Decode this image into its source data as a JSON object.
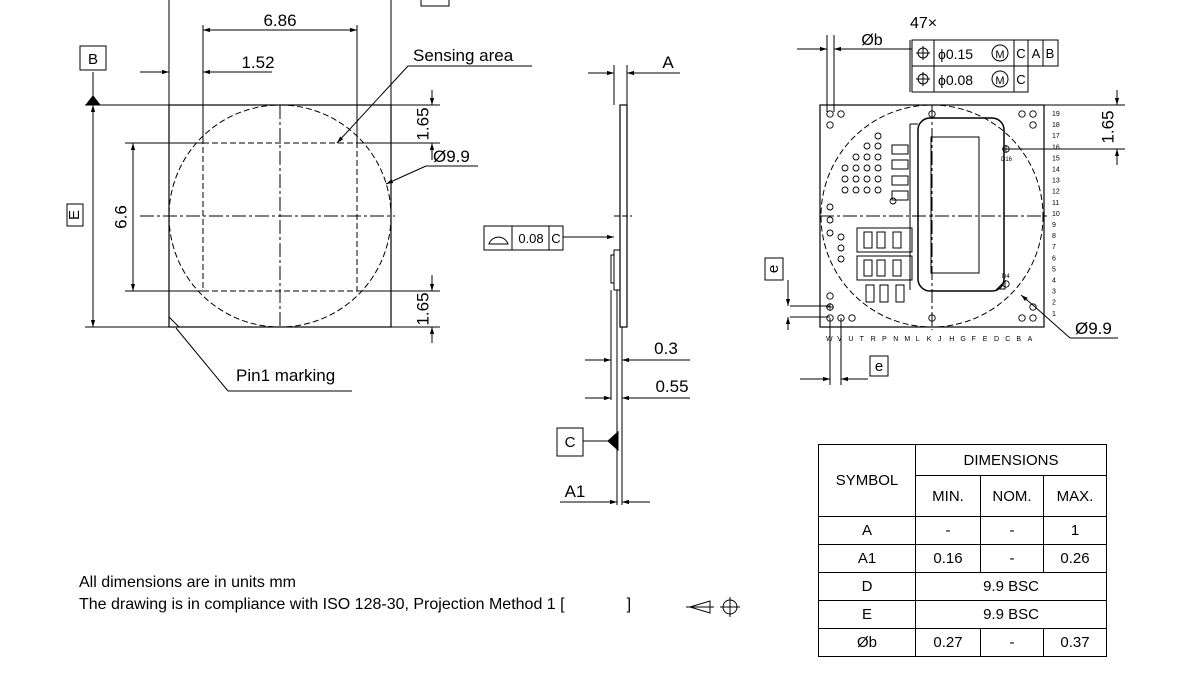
{
  "top_view": {
    "dim_width": "6.86",
    "dim_offset": "1.52",
    "dim_height": "6.6",
    "dim_top_margin": "1.65",
    "dim_bottom_margin": "1.65",
    "datum_left": "B",
    "datum_e": "E",
    "circle_dia": "Ø9.9",
    "label_sensing": "Sensing area",
    "label_pin1": "Pin1 marking"
  },
  "side_view": {
    "datum_a": "A",
    "flatness_value": "0.08",
    "flatness_datum": "C",
    "dim_03": "0.3",
    "dim_055": "0.55",
    "datum_c": "C",
    "dim_a1": "A1"
  },
  "bottom_view": {
    "count": "47×",
    "dia_b": "Øb",
    "fcf1_value": "ϕ0.15",
    "fcf1_datums": [
      "C",
      "A",
      "B"
    ],
    "fcf2_value": "ϕ0.08",
    "fcf2_datums": [
      "C"
    ],
    "modifier": "M",
    "dim_165": "1.65",
    "dim_e": "e",
    "circle_dia": "Ø9.9",
    "ball_d16": "D16",
    "ball_d4": "D4",
    "row_numbers": [
      "19",
      "18",
      "17",
      "16",
      "15",
      "14",
      "13",
      "12",
      "11",
      "10",
      "9",
      "8",
      "7",
      "6",
      "5",
      "4",
      "3",
      "2",
      "1"
    ],
    "col_letters": [
      "W",
      "V",
      "U",
      "T",
      "R",
      "P",
      "N",
      "M",
      "L",
      "K",
      "J",
      "H",
      "G",
      "F",
      "E",
      "D",
      "C",
      "B",
      "A"
    ]
  },
  "notes": {
    "line1": "All dimensions are in units mm",
    "line2": "The drawing is in compliance with ISO 128-30, Projection Method 1 [",
    "line2_end": "]"
  },
  "table": {
    "header_symbol": "SYMBOL",
    "header_dimensions": "DIMENSIONS",
    "header_min": "MIN.",
    "header_nom": "NOM.",
    "header_max": "MAX.",
    "rows": [
      {
        "symbol": "A",
        "min": "-",
        "nom": "-",
        "max": "1"
      },
      {
        "symbol": "A1",
        "min": "0.16",
        "nom": "-",
        "max": "0.26"
      },
      {
        "symbol": "D",
        "span": "9.9 BSC"
      },
      {
        "symbol": "E",
        "span": "9.9 BSC"
      },
      {
        "symbol": "Øb",
        "min": "0.27",
        "nom": "-",
        "max": "0.37"
      }
    ]
  }
}
